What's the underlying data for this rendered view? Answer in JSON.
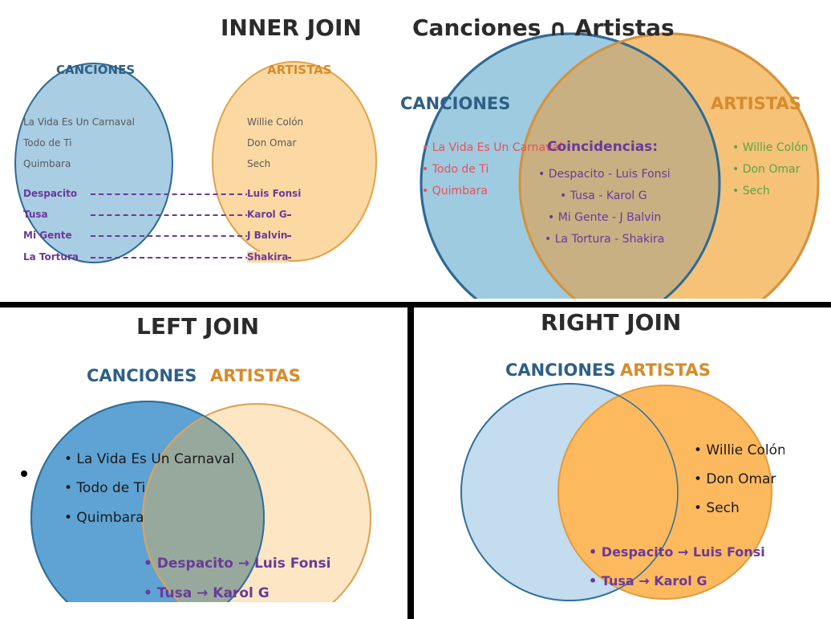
{
  "inner_join_left": {
    "title": "INNER JOIN",
    "set_a_label": "CANCIONES",
    "set_b_label": "ARTISTAS",
    "a_only": [
      "La Vida Es Un Carnaval",
      "Todo de Ti",
      "Quimbara"
    ],
    "b_only": [
      "Willie Colón",
      "Don Omar",
      "Sech"
    ],
    "pairs": [
      {
        "song": "Despacito",
        "artist": "Luis Fonsi"
      },
      {
        "song": "Tusa",
        "artist": "Karol G"
      },
      {
        "song": "Mi Gente",
        "artist": "J Balvin"
      },
      {
        "song": "La Tortura",
        "artist": "Shakira"
      }
    ],
    "colors": {
      "a": "#a9cde3",
      "b": "#fcd9a3",
      "match": "#6a3a9a"
    }
  },
  "inner_join_right": {
    "title": "Canciones ∩ Artistas",
    "set_a_label": "CANCIONES",
    "set_b_label": "ARTISTAS",
    "a_only": [
      "• La Vida Es Un Carnaval",
      "• Todo de Ti",
      "• Quimbara"
    ],
    "b_only": [
      "• Willie Colón",
      "• Don Omar",
      "• Sech"
    ],
    "intersection_title": "Coincidencias:",
    "intersection": [
      "• Despacito - Luis Fonsi",
      "• Tusa - Karol G",
      "• Mi Gente - J Balvin",
      "• La Tortura - Shakira"
    ],
    "colors": {
      "a": "#9fcbe0",
      "b": "#f5c278",
      "intersection": "#c9b083"
    }
  },
  "left_join": {
    "title": "LEFT JOIN",
    "set_a_label": "CANCIONES",
    "set_b_label": "ARTISTAS",
    "a_only": [
      "• La Vida Es Un Carnaval",
      "• Todo de Ti",
      "• Quimbara"
    ],
    "matches": [
      "• Despacito → Luis Fonsi",
      "• Tusa → Karol G"
    ],
    "colors": {
      "a": "#5ea3d3",
      "b": "#fde6c4",
      "intersection": "#97a99c"
    }
  },
  "right_join": {
    "title": "RIGHT JOIN",
    "set_a_label": "CANCIONES",
    "set_b_label": "ARTISTAS",
    "b_only": [
      "• Willie Colón",
      "• Don Omar",
      "• Sech"
    ],
    "matches": [
      "• Despacito → Luis Fonsi",
      "• Tusa → Karol G"
    ],
    "colors": {
      "a": "#c3dcee",
      "b": "#fdb95e"
    }
  }
}
